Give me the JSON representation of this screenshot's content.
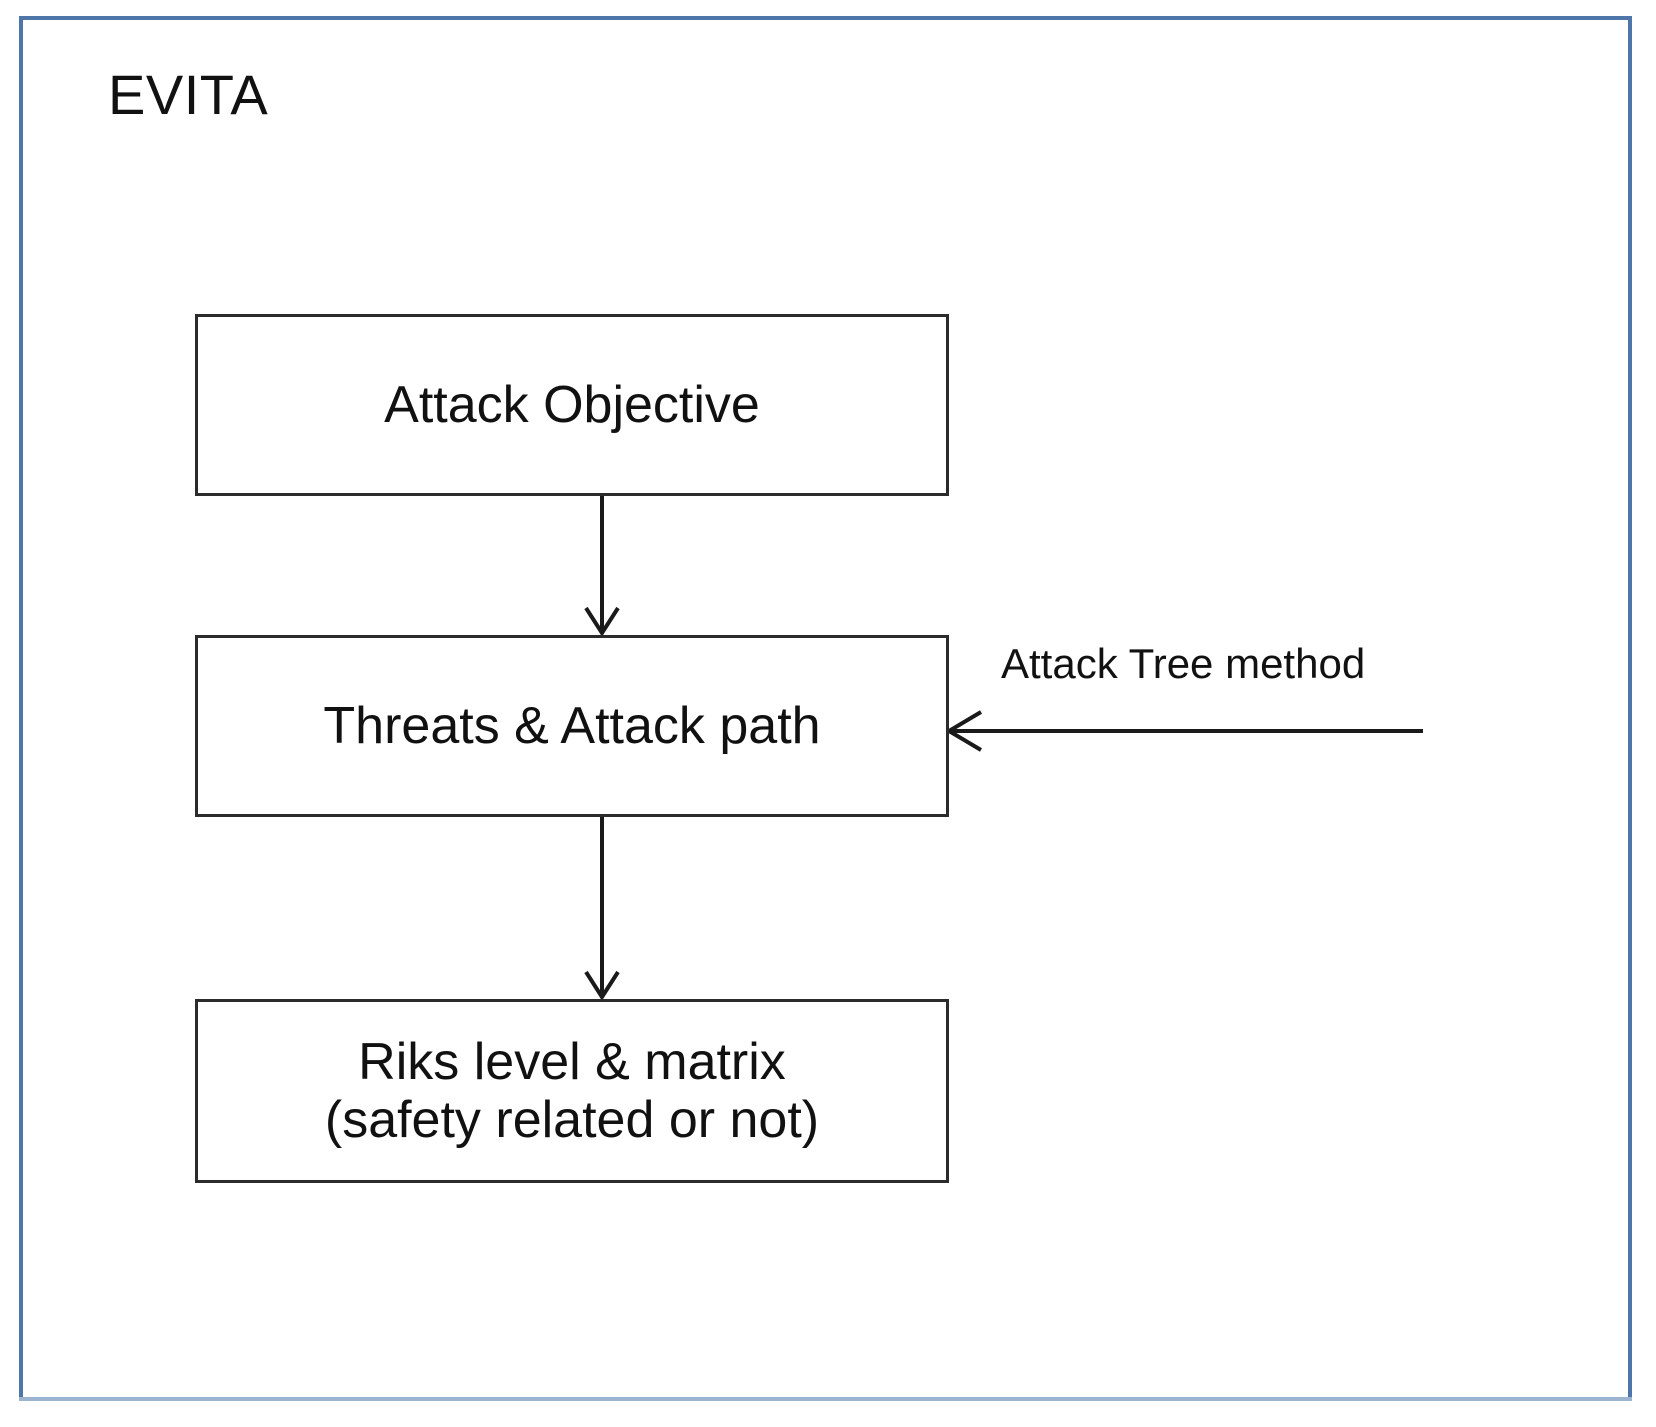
{
  "panel": {
    "title": "EVITA",
    "border_color": "#4e76a8",
    "background_color": "#ffffff"
  },
  "diagram": {
    "type": "flowchart",
    "node_border_color": "#2b2b2b",
    "text_color": "#111111",
    "nodes": [
      {
        "id": "attack-objective",
        "label": "Attack Objective"
      },
      {
        "id": "threats-attack-path",
        "label": "Threats & Attack path"
      },
      {
        "id": "risk-level-matrix",
        "label": "Riks level & matrix\n(safety related or not)"
      }
    ],
    "annotations": [
      {
        "id": "attack-tree-method",
        "label": "Attack Tree method"
      }
    ],
    "edges": [
      {
        "from": "attack-objective",
        "to": "threats-attack-path",
        "direction": "down",
        "arrowhead": "open"
      },
      {
        "from": "threats-attack-path",
        "to": "risk-level-matrix",
        "direction": "down",
        "arrowhead": "open"
      },
      {
        "from": "attack-tree-method",
        "to": "threats-attack-path",
        "direction": "left",
        "arrowhead": "open"
      }
    ]
  }
}
